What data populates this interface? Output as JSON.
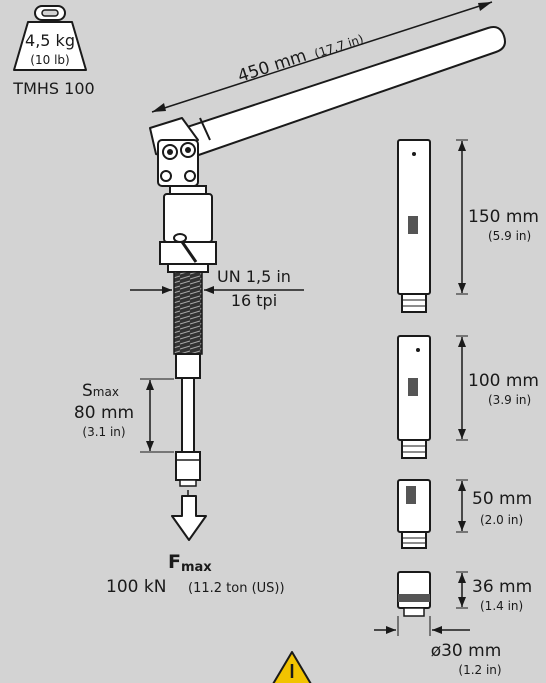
{
  "weight": {
    "value": "4,5 kg",
    "imperial": "(10 lb)",
    "model": "TMHS 100"
  },
  "handle": {
    "length": "450 mm",
    "imperial": "(17.7 in)"
  },
  "thread": {
    "size": "UN 1,5 in",
    "pitch": "16 tpi"
  },
  "stroke": {
    "symbol": "S",
    "subscript": "max",
    "value": "80 mm",
    "imperial": "(3.1 in)"
  },
  "force": {
    "symbol": "F",
    "subscript": "max",
    "value": "100 kN",
    "imperial": "(11.2 ton (US))"
  },
  "extensions": [
    {
      "length": "150 mm",
      "imperial": "(5.9 in)"
    },
    {
      "length": "100 mm",
      "imperial": "(3.9 in)"
    },
    {
      "length": "50 mm",
      "imperial": "(2.0 in)"
    },
    {
      "length": "36 mm",
      "imperial": "(1.4 in)"
    }
  ],
  "diameter": {
    "value": "ø30 mm",
    "imperial": "(1.2 in)"
  },
  "colors": {
    "background": "#d3d3d3",
    "tool_fill": "#ffffff",
    "stroke": "#1a1a1a",
    "warning": "#f2c300"
  }
}
